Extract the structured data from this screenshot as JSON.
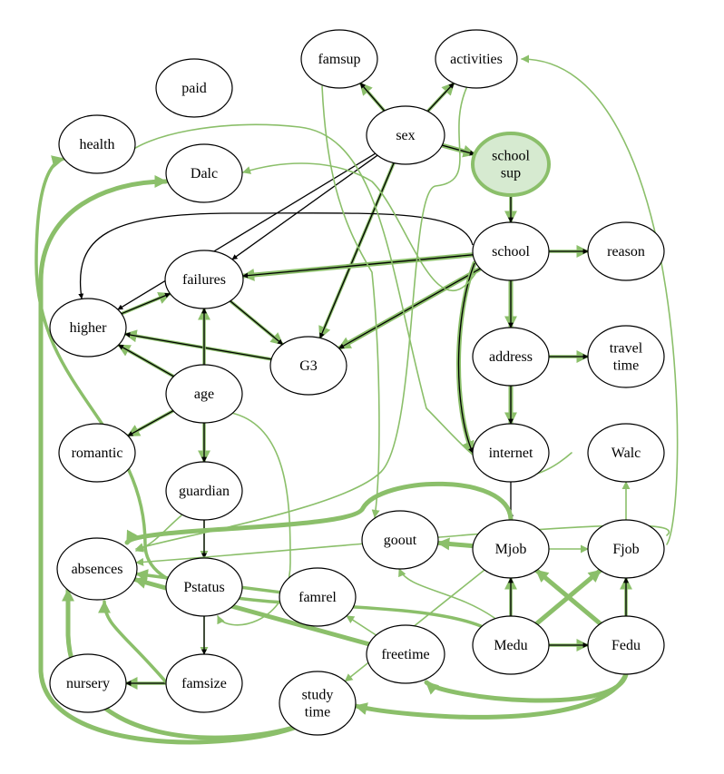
{
  "colors": {
    "green": "#8bbf6a",
    "green_dark": "#5f9a44",
    "black": "#000000",
    "highlight_fill": "#d6ead0",
    "node_fill": "#ffffff"
  },
  "highlighted_node": "schoolsup",
  "nodes": [
    {
      "id": "famsup",
      "lines": [
        "famsup"
      ]
    },
    {
      "id": "activities",
      "lines": [
        "activities"
      ]
    },
    {
      "id": "paid",
      "lines": [
        "paid"
      ]
    },
    {
      "id": "health",
      "lines": [
        "health"
      ]
    },
    {
      "id": "sex",
      "lines": [
        "sex"
      ]
    },
    {
      "id": "schoolsup",
      "lines": [
        "school",
        "sup"
      ]
    },
    {
      "id": "Dalc",
      "lines": [
        "Dalc"
      ]
    },
    {
      "id": "school",
      "lines": [
        "school"
      ]
    },
    {
      "id": "reason",
      "lines": [
        "reason"
      ]
    },
    {
      "id": "failures",
      "lines": [
        "failures"
      ]
    },
    {
      "id": "higher",
      "lines": [
        "higher"
      ]
    },
    {
      "id": "G3",
      "lines": [
        "G3"
      ]
    },
    {
      "id": "address",
      "lines": [
        "address"
      ]
    },
    {
      "id": "traveltime",
      "lines": [
        "travel",
        "time"
      ]
    },
    {
      "id": "age",
      "lines": [
        "age"
      ]
    },
    {
      "id": "romantic",
      "lines": [
        "romantic"
      ]
    },
    {
      "id": "internet",
      "lines": [
        "internet"
      ]
    },
    {
      "id": "Walc",
      "lines": [
        "Walc"
      ]
    },
    {
      "id": "guardian",
      "lines": [
        "guardian"
      ]
    },
    {
      "id": "goout",
      "lines": [
        "goout"
      ]
    },
    {
      "id": "Mjob",
      "lines": [
        "Mjob"
      ]
    },
    {
      "id": "Fjob",
      "lines": [
        "Fjob"
      ]
    },
    {
      "id": "absences",
      "lines": [
        "absences"
      ]
    },
    {
      "id": "Pstatus",
      "lines": [
        "Pstatus"
      ]
    },
    {
      "id": "famrel",
      "lines": [
        "famrel"
      ]
    },
    {
      "id": "freetime",
      "lines": [
        "freetime"
      ]
    },
    {
      "id": "Medu",
      "lines": [
        "Medu"
      ]
    },
    {
      "id": "Fedu",
      "lines": [
        "Fedu"
      ]
    },
    {
      "id": "nursery",
      "lines": [
        "nursery"
      ]
    },
    {
      "id": "famsize",
      "lines": [
        "famsize"
      ]
    },
    {
      "id": "studytime",
      "lines": [
        "study",
        "time"
      ]
    }
  ],
  "edges": [
    {
      "from": "sex",
      "to": "famsup",
      "style": "mixed",
      "weight": 2
    },
    {
      "from": "sex",
      "to": "activities",
      "style": "mixed",
      "weight": 2
    },
    {
      "from": "sex",
      "to": "schoolsup",
      "style": "mixed",
      "weight": 3
    },
    {
      "from": "sex",
      "to": "higher",
      "style": "black",
      "weight": 1
    },
    {
      "from": "sex",
      "to": "failures",
      "style": "black",
      "weight": 1
    },
    {
      "from": "sex",
      "to": "G3",
      "style": "mixed",
      "weight": 2
    },
    {
      "from": "schoolsup",
      "to": "school",
      "style": "mixed",
      "weight": 2
    },
    {
      "from": "school",
      "to": "reason",
      "style": "mixed",
      "weight": 2
    },
    {
      "from": "school",
      "to": "failures",
      "style": "mixed",
      "weight": 3
    },
    {
      "from": "school",
      "to": "G3",
      "style": "mixed",
      "weight": 3
    },
    {
      "from": "school",
      "to": "higher",
      "style": "black",
      "weight": 1
    },
    {
      "from": "school",
      "to": "address",
      "style": "mixed",
      "weight": 3
    },
    {
      "from": "school",
      "to": "internet",
      "style": "mixed",
      "weight": 3
    },
    {
      "from": "address",
      "to": "traveltime",
      "style": "mixed",
      "weight": 2
    },
    {
      "from": "address",
      "to": "internet",
      "style": "mixed",
      "weight": 3
    },
    {
      "from": "internet",
      "to": "Mjob",
      "style": "black",
      "weight": 1
    },
    {
      "from": "failures",
      "to": "G3",
      "style": "mixed",
      "weight": 2
    },
    {
      "from": "higher",
      "to": "failures",
      "style": "mixed",
      "weight": 2
    },
    {
      "from": "G3",
      "to": "higher",
      "style": "mixed",
      "weight": 2
    },
    {
      "from": "age",
      "to": "failures",
      "style": "mixed",
      "weight": 2
    },
    {
      "from": "age",
      "to": "higher",
      "style": "mixed",
      "weight": 2
    },
    {
      "from": "age",
      "to": "romantic",
      "style": "mixed",
      "weight": 2
    },
    {
      "from": "age",
      "to": "guardian",
      "style": "mixed",
      "weight": 2
    },
    {
      "from": "guardian",
      "to": "Pstatus",
      "style": "mixed",
      "weight": 1
    },
    {
      "from": "Pstatus",
      "to": "famsize",
      "style": "mixed",
      "weight": 1
    },
    {
      "from": "famsize",
      "to": "nursery",
      "style": "mixed",
      "weight": 2
    },
    {
      "from": "Mjob",
      "to": "goout",
      "style": "green",
      "weight": 3
    },
    {
      "from": "Mjob",
      "to": "Fjob",
      "style": "green",
      "weight": 1
    },
    {
      "from": "Medu",
      "to": "Mjob",
      "style": "mixed",
      "weight": 2
    },
    {
      "from": "Medu",
      "to": "Fedu",
      "style": "mixed",
      "weight": 2
    },
    {
      "from": "Medu",
      "to": "Fjob",
      "style": "green",
      "weight": 3
    },
    {
      "from": "Fedu",
      "to": "Fjob",
      "style": "mixed",
      "weight": 2
    },
    {
      "from": "Fedu",
      "to": "Mjob",
      "style": "green",
      "weight": 3
    },
    {
      "from": "Fedu",
      "to": "freetime",
      "style": "green",
      "weight": 3
    },
    {
      "from": "Fedu",
      "to": "studytime",
      "style": "green",
      "weight": 3
    },
    {
      "from": "famrel",
      "to": "absences",
      "style": "green",
      "weight": 2
    },
    {
      "from": "freetime",
      "to": "absences",
      "style": "green",
      "weight": 3
    },
    {
      "from": "freetime",
      "to": "famrel",
      "style": "green",
      "weight": 1
    },
    {
      "from": "studytime",
      "to": "Dalc",
      "style": "green",
      "weight": 3
    },
    {
      "from": "studytime",
      "to": "absences",
      "style": "green",
      "weight": 3
    },
    {
      "from": "Mjob",
      "to": "absences",
      "style": "green",
      "weight": 3
    },
    {
      "from": "Mjob",
      "to": "studytime",
      "style": "green",
      "weight": 1
    },
    {
      "from": "Fjob",
      "to": "activities",
      "style": "green",
      "weight": 1
    },
    {
      "from": "Fjob",
      "to": "absences",
      "style": "green",
      "weight": 1
    },
    {
      "from": "Medu",
      "to": "goout",
      "style": "green",
      "weight": 1
    },
    {
      "from": "Fjob",
      "to": "Walc",
      "style": "green",
      "weight": 1
    },
    {
      "from": "Walc",
      "to": "health",
      "style": "green",
      "weight": 1
    },
    {
      "from": "school",
      "to": "Dalc",
      "style": "green",
      "weight": 1
    },
    {
      "from": "Medu",
      "to": "health",
      "style": "green",
      "weight": 2
    },
    {
      "from": "famsize",
      "to": "absences",
      "style": "green",
      "weight": 2
    },
    {
      "from": "guardian",
      "to": "absences",
      "style": "green",
      "weight": 1
    },
    {
      "from": "activities",
      "to": "absences",
      "style": "green",
      "weight": 1
    },
    {
      "from": "famsup",
      "to": "goout",
      "style": "green",
      "weight": 1
    },
    {
      "from": "age",
      "to": "Pstatus",
      "style": "green",
      "weight": 1
    }
  ]
}
